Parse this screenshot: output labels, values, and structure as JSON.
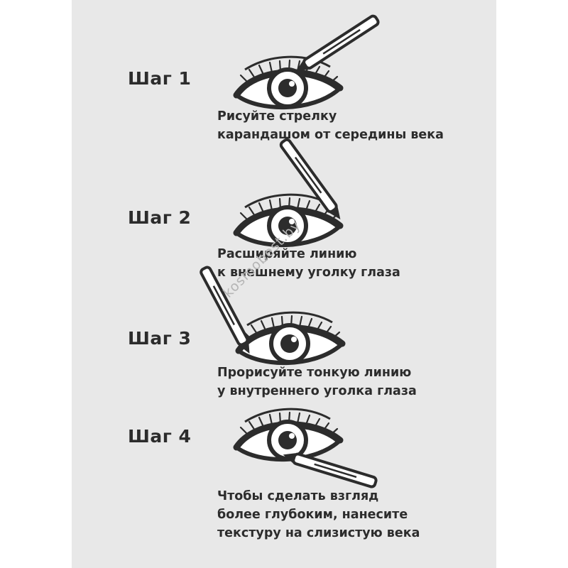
{
  "steps": [
    {
      "label": "Шаг 1",
      "lines": [
        "Рисуйте стрелку",
        "карандашом от середины века"
      ]
    },
    {
      "label": "Шаг 2",
      "lines": [
        "Расширяйте линию",
        "к внешнему уголку глаза"
      ]
    },
    {
      "label": "Шаг 3",
      "lines": [
        "Прорисуйте тонкую линию",
        "у внутреннего уголка глаза"
      ]
    },
    {
      "label": "Шаг 4",
      "lines": [
        "Чтобы сделать взгляд",
        "более глубоким, нанесите",
        "текстуру на слизистую века"
      ]
    }
  ],
  "watermark": "kosmobest.by",
  "colors": {
    "panel": "#e8e8e8",
    "ink": "#2c2c2c",
    "watermark": "#b5b5b5"
  },
  "icons": [
    "eye-icon",
    "pencil-icon"
  ]
}
